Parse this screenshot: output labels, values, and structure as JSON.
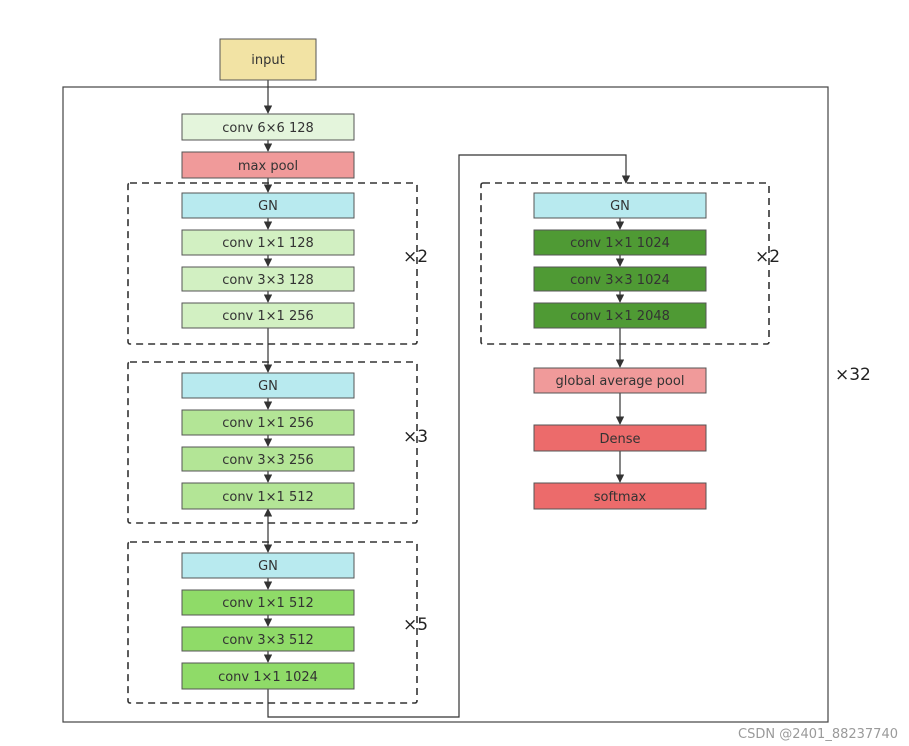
{
  "input_label": "input",
  "left_column": {
    "stem": [
      "conv 6×6 128",
      "max pool"
    ],
    "stage1": {
      "repeat": "×2",
      "blocks": [
        "GN",
        "conv 1×1 128",
        "conv 3×3 128",
        "conv 1×1 256"
      ]
    },
    "stage2": {
      "repeat": "×3",
      "blocks": [
        "GN",
        "conv 1×1 256",
        "conv 3×3 256",
        "conv 1×1 512"
      ]
    },
    "stage3": {
      "repeat": "×5",
      "blocks": [
        "GN",
        "conv 1×1 512",
        "conv 3×3 512",
        "conv 1×1 1024"
      ]
    }
  },
  "right_column": {
    "stage4": {
      "repeat": "×2",
      "blocks": [
        "GN",
        "conv 1×1 1024",
        "conv 3×3 1024",
        "conv 1×1 2048"
      ]
    },
    "head": [
      "global average pool",
      "Dense",
      "softmax"
    ]
  },
  "outer_repeat": "×32",
  "watermark": "CSDN @2401_88237740",
  "colors": {
    "input": "#f2e3a4",
    "conv_stem": "#e4f5dc",
    "pool": "#f09a9a",
    "gn": "#b8eaef",
    "stage1": "#d2f0c2",
    "stage2": "#b3e596",
    "stage3": "#8fdb68",
    "stage4": "#4f9a34",
    "head_pool": "#f09a9a",
    "dense": "#ec6b6b"
  }
}
